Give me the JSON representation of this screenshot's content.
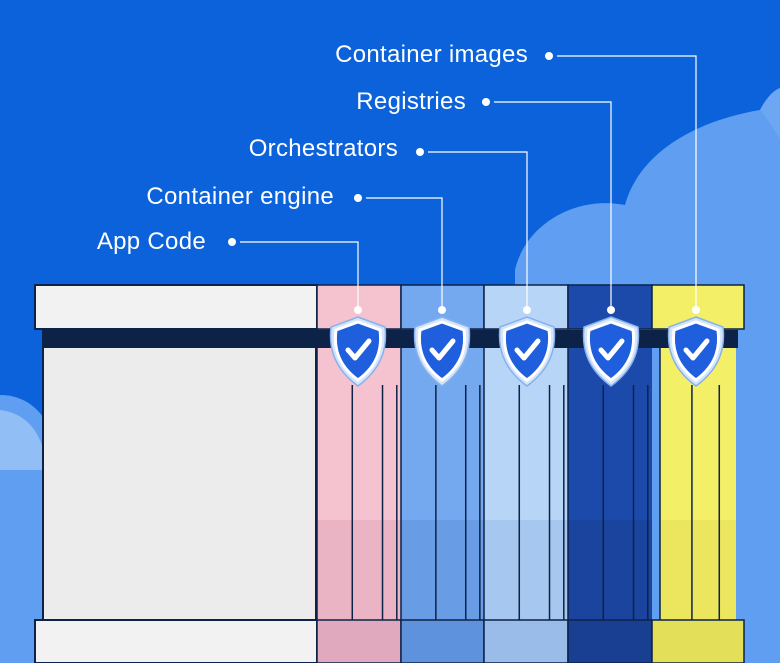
{
  "diagram": {
    "layers": [
      {
        "label": "Container images",
        "color": "#f3ef66"
      },
      {
        "label": "Registries",
        "color": "#1c4aab"
      },
      {
        "label": "Orchestrators",
        "color": "#b6d5f7"
      },
      {
        "label": "Container engine",
        "color": "#74a8ef"
      },
      {
        "label": "App Code",
        "color": "#f5c2cf"
      }
    ],
    "colors": {
      "background": "#0b62db",
      "cloud": "#5f9ef0",
      "base": "#efefef",
      "band": "#0d2247",
      "shield": "#1f5fdd",
      "shield_outline": "#a9c9f6"
    },
    "icons": [
      "shield-check-icon"
    ]
  }
}
